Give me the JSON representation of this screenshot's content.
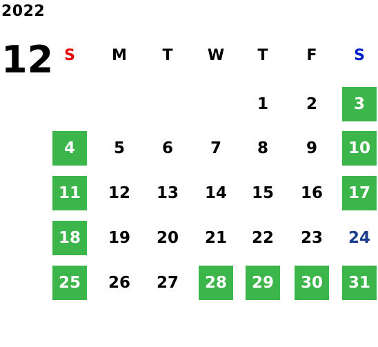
{
  "calendar": {
    "year": "2022",
    "month": "12",
    "weekdays": [
      {
        "label": "S",
        "style": "sun"
      },
      {
        "label": "M",
        "style": "normal"
      },
      {
        "label": "T",
        "style": "normal"
      },
      {
        "label": "W",
        "style": "normal"
      },
      {
        "label": "T",
        "style": "normal"
      },
      {
        "label": "F",
        "style": "normal"
      },
      {
        "label": "S",
        "style": "sat"
      }
    ],
    "colors": {
      "holiday_bg": "#3cb54a",
      "holiday_text": "#ffffff",
      "sunday_header": "#e60000",
      "saturday_header": "#0022cc",
      "blue_day": "#1a3e8c",
      "text": "#000000"
    },
    "weeks": [
      [
        null,
        null,
        null,
        null,
        {
          "d": "1"
        },
        {
          "d": "2"
        },
        {
          "d": "3",
          "style": "holiday"
        }
      ],
      [
        {
          "d": "4",
          "style": "holiday"
        },
        {
          "d": "5"
        },
        {
          "d": "6"
        },
        {
          "d": "7"
        },
        {
          "d": "8"
        },
        {
          "d": "9"
        },
        {
          "d": "10",
          "style": "holiday"
        }
      ],
      [
        {
          "d": "11",
          "style": "holiday"
        },
        {
          "d": "12"
        },
        {
          "d": "13"
        },
        {
          "d": "14"
        },
        {
          "d": "15"
        },
        {
          "d": "16"
        },
        {
          "d": "17",
          "style": "holiday"
        }
      ],
      [
        {
          "d": "18",
          "style": "holiday"
        },
        {
          "d": "19"
        },
        {
          "d": "20"
        },
        {
          "d": "21"
        },
        {
          "d": "22"
        },
        {
          "d": "23"
        },
        {
          "d": "24",
          "style": "blue"
        }
      ],
      [
        {
          "d": "25",
          "style": "holiday"
        },
        {
          "d": "26"
        },
        {
          "d": "27"
        },
        {
          "d": "28",
          "style": "holiday"
        },
        {
          "d": "29",
          "style": "holiday"
        },
        {
          "d": "30",
          "style": "holiday"
        },
        {
          "d": "31",
          "style": "holiday"
        }
      ]
    ]
  }
}
